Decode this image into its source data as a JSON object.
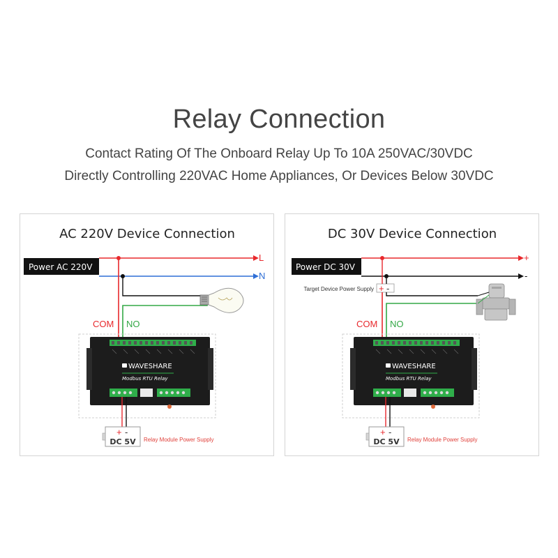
{
  "heading": {
    "title": "Relay Connection",
    "subtitle_1": "Contact Rating Of The Onboard Relay Up To 10A 250VAC/30VDC",
    "subtitle_2": "Directly Controlling 220VAC Home Appliances, Or Devices Below 30VDC"
  },
  "colors": {
    "live_wire": "#e8282c",
    "neutral_wire": "#2f6fd6",
    "no_wire": "#33a846",
    "power_bar": "#111111",
    "board": "#1c1c1c",
    "terminal_green": "#2fae4a"
  },
  "panels": [
    {
      "id": "ac",
      "title": "AC 220V Device Connection",
      "power_label": "Power AC 220V",
      "line_top_label": "L",
      "line_bottom_label": "N",
      "com_label": "COM",
      "no_label": "NO",
      "device_icon": "light-bulb-icon",
      "brand": "WAVESHARE",
      "model": "Modbus RTU Relay",
      "supply_voltage": "DC 5V",
      "supply_label": "Relay Module Power Supply",
      "supply_plus": "+",
      "supply_minus": "-"
    },
    {
      "id": "dc",
      "title": "DC 30V Device Connection",
      "power_label": "Power DC 30V",
      "line_top_label": "+",
      "line_bottom_label": "-",
      "com_label": "COM",
      "no_label": "NO",
      "device_icon": "solenoid-valve-icon",
      "target_supply_label": "Target Device Power Supply",
      "target_plus": "+",
      "target_minus": "-",
      "brand": "WAVESHARE",
      "model": "Modbus RTU Relay",
      "supply_voltage": "DC 5V",
      "supply_label": "Relay Module Power Supply",
      "supply_plus": "+",
      "supply_minus": "-"
    }
  ]
}
